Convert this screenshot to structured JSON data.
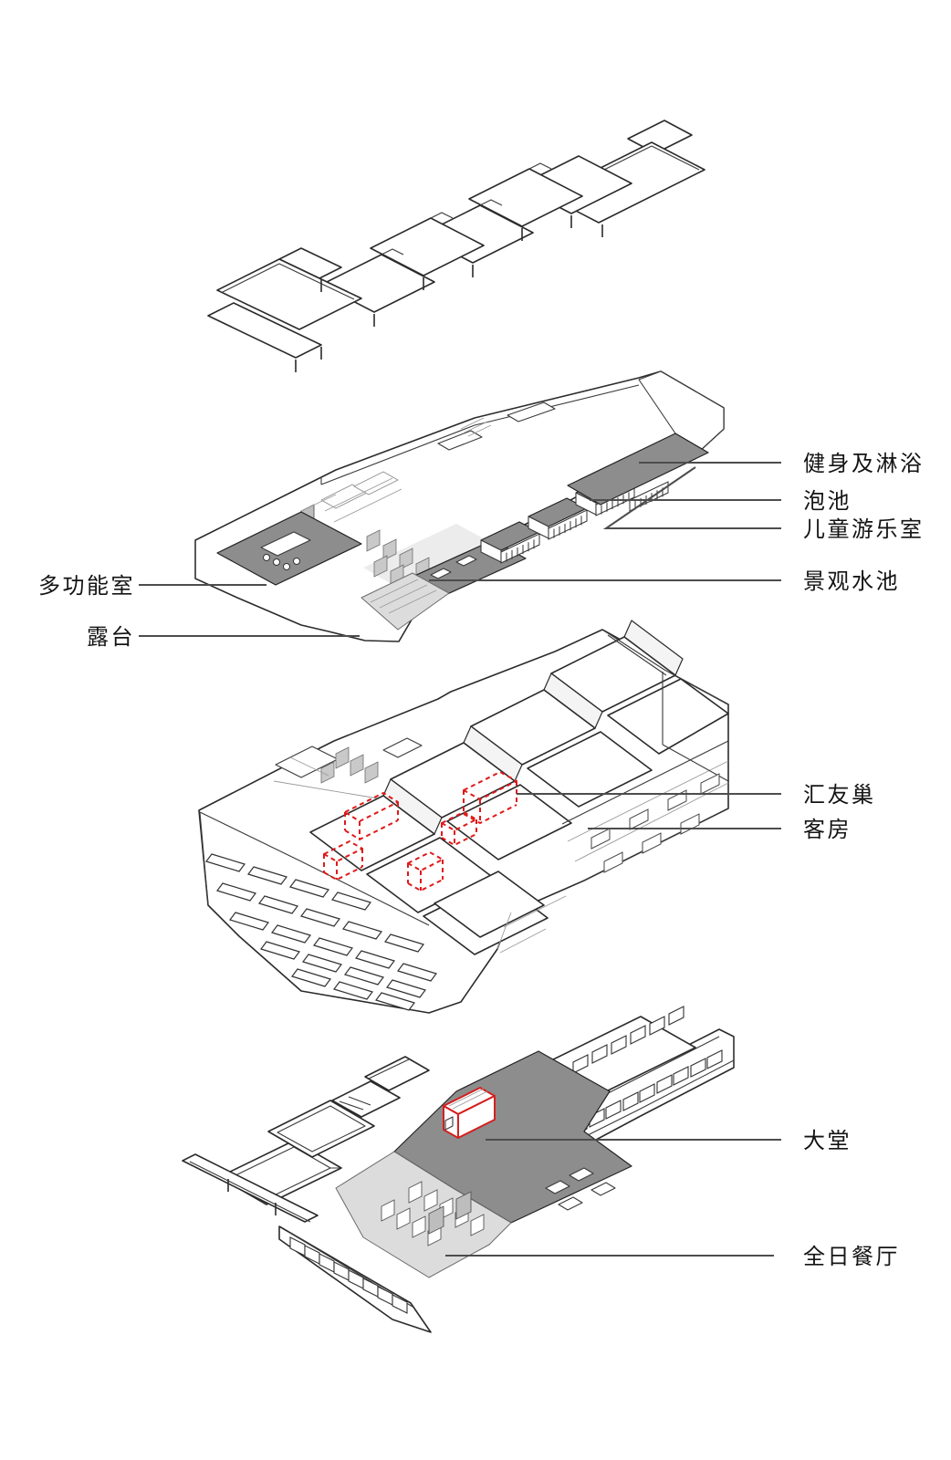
{
  "diagram": {
    "kind": "exploded-axonometric-building-diagram",
    "colors": {
      "accent_red": "#e01a1a",
      "line": "#2b2b2b",
      "leader_line": "#4d4d4d",
      "fill_dark_gray": "#8d8d8d",
      "fill_mid_gray": "#bdbdbd",
      "fill_light_gray": "#dcdcdc",
      "background": "#ffffff"
    }
  },
  "labels": {
    "gym_shower": "健身及淋浴",
    "soaking_pool": "泡池",
    "kids_playroom": "儿童游乐室",
    "landscape_pool": "景观水池",
    "multifunction_room": "多功能室",
    "terrace": "露台",
    "social_nest": "汇友巢",
    "guest_rooms": "客房",
    "lobby": "大堂",
    "all_day_dining": "全日餐厅"
  },
  "levels": [
    {
      "id": "roof",
      "annotations": []
    },
    {
      "id": "amenity-floor",
      "annotations": [
        {
          "label": "gym_shower",
          "side": "right"
        },
        {
          "label": "soaking_pool",
          "side": "right"
        },
        {
          "label": "kids_playroom",
          "side": "right"
        },
        {
          "label": "landscape_pool",
          "side": "right"
        },
        {
          "label": "multifunction_room",
          "side": "left"
        },
        {
          "label": "terrace",
          "side": "left"
        }
      ]
    },
    {
      "id": "guestroom-floors",
      "annotations": [
        {
          "label": "social_nest",
          "side": "right"
        },
        {
          "label": "guest_rooms",
          "side": "right"
        }
      ]
    },
    {
      "id": "ground-floor",
      "annotations": [
        {
          "label": "lobby",
          "side": "right"
        },
        {
          "label": "all_day_dining",
          "side": "right"
        }
      ]
    }
  ]
}
